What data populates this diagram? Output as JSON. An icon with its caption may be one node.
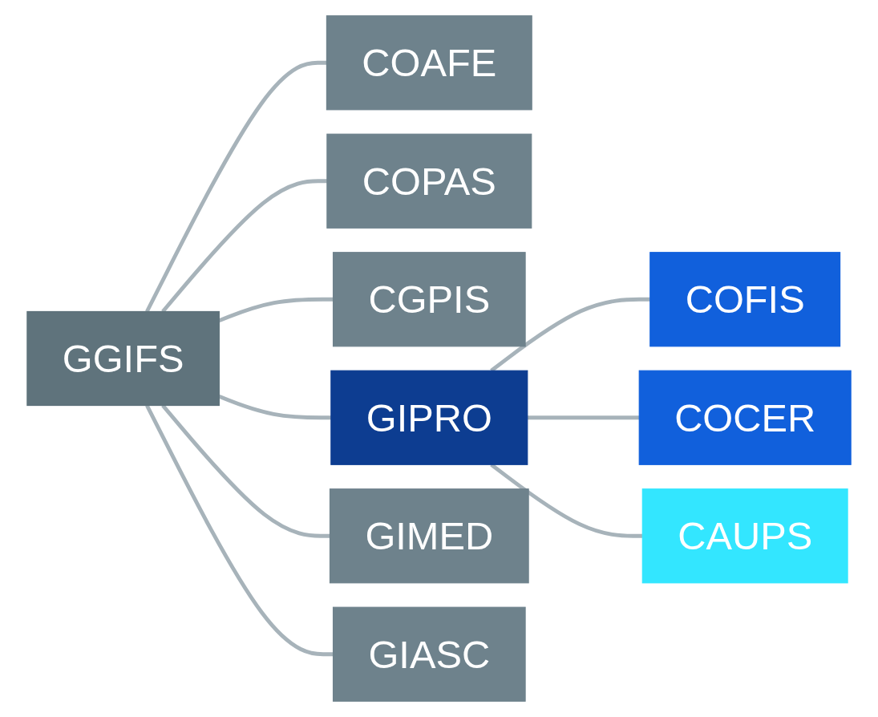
{
  "diagram": {
    "nodes": [
      {
        "text": [
          "GGIFS"
        ]
      },
      {
        "text": [
          "COAFE"
        ]
      },
      {
        "text": [
          "COPAS"
        ]
      },
      {
        "text": [
          "CGPIS"
        ]
      },
      {
        "text": [
          "GIPRO"
        ]
      },
      {
        "text": [
          "GIMED"
        ]
      },
      {
        "text": [
          "GIASC"
        ]
      },
      {
        "text": [
          "COFIS"
        ]
      },
      {
        "text": [
          "COCER"
        ]
      },
      {
        "text": [
          "CAUPS"
        ]
      }
    ],
    "edges": [
      {
        "from": 0,
        "to": 1,
        "arrow": "none"
      },
      {
        "from": 0,
        "to": 2,
        "arrow": "none"
      },
      {
        "from": 0,
        "to": 3,
        "arrow": "none"
      },
      {
        "from": 0,
        "to": 4,
        "arrow": "none"
      },
      {
        "from": 0,
        "to": 5,
        "arrow": "none"
      },
      {
        "from": 0,
        "to": 6,
        "arrow": "none"
      },
      {
        "from": 4,
        "to": 7,
        "arrow": "none"
      },
      {
        "from": 4,
        "to": 8,
        "arrow": "none"
      },
      {
        "from": 4,
        "to": 9,
        "arrow": "none"
      }
    ]
  }
}
